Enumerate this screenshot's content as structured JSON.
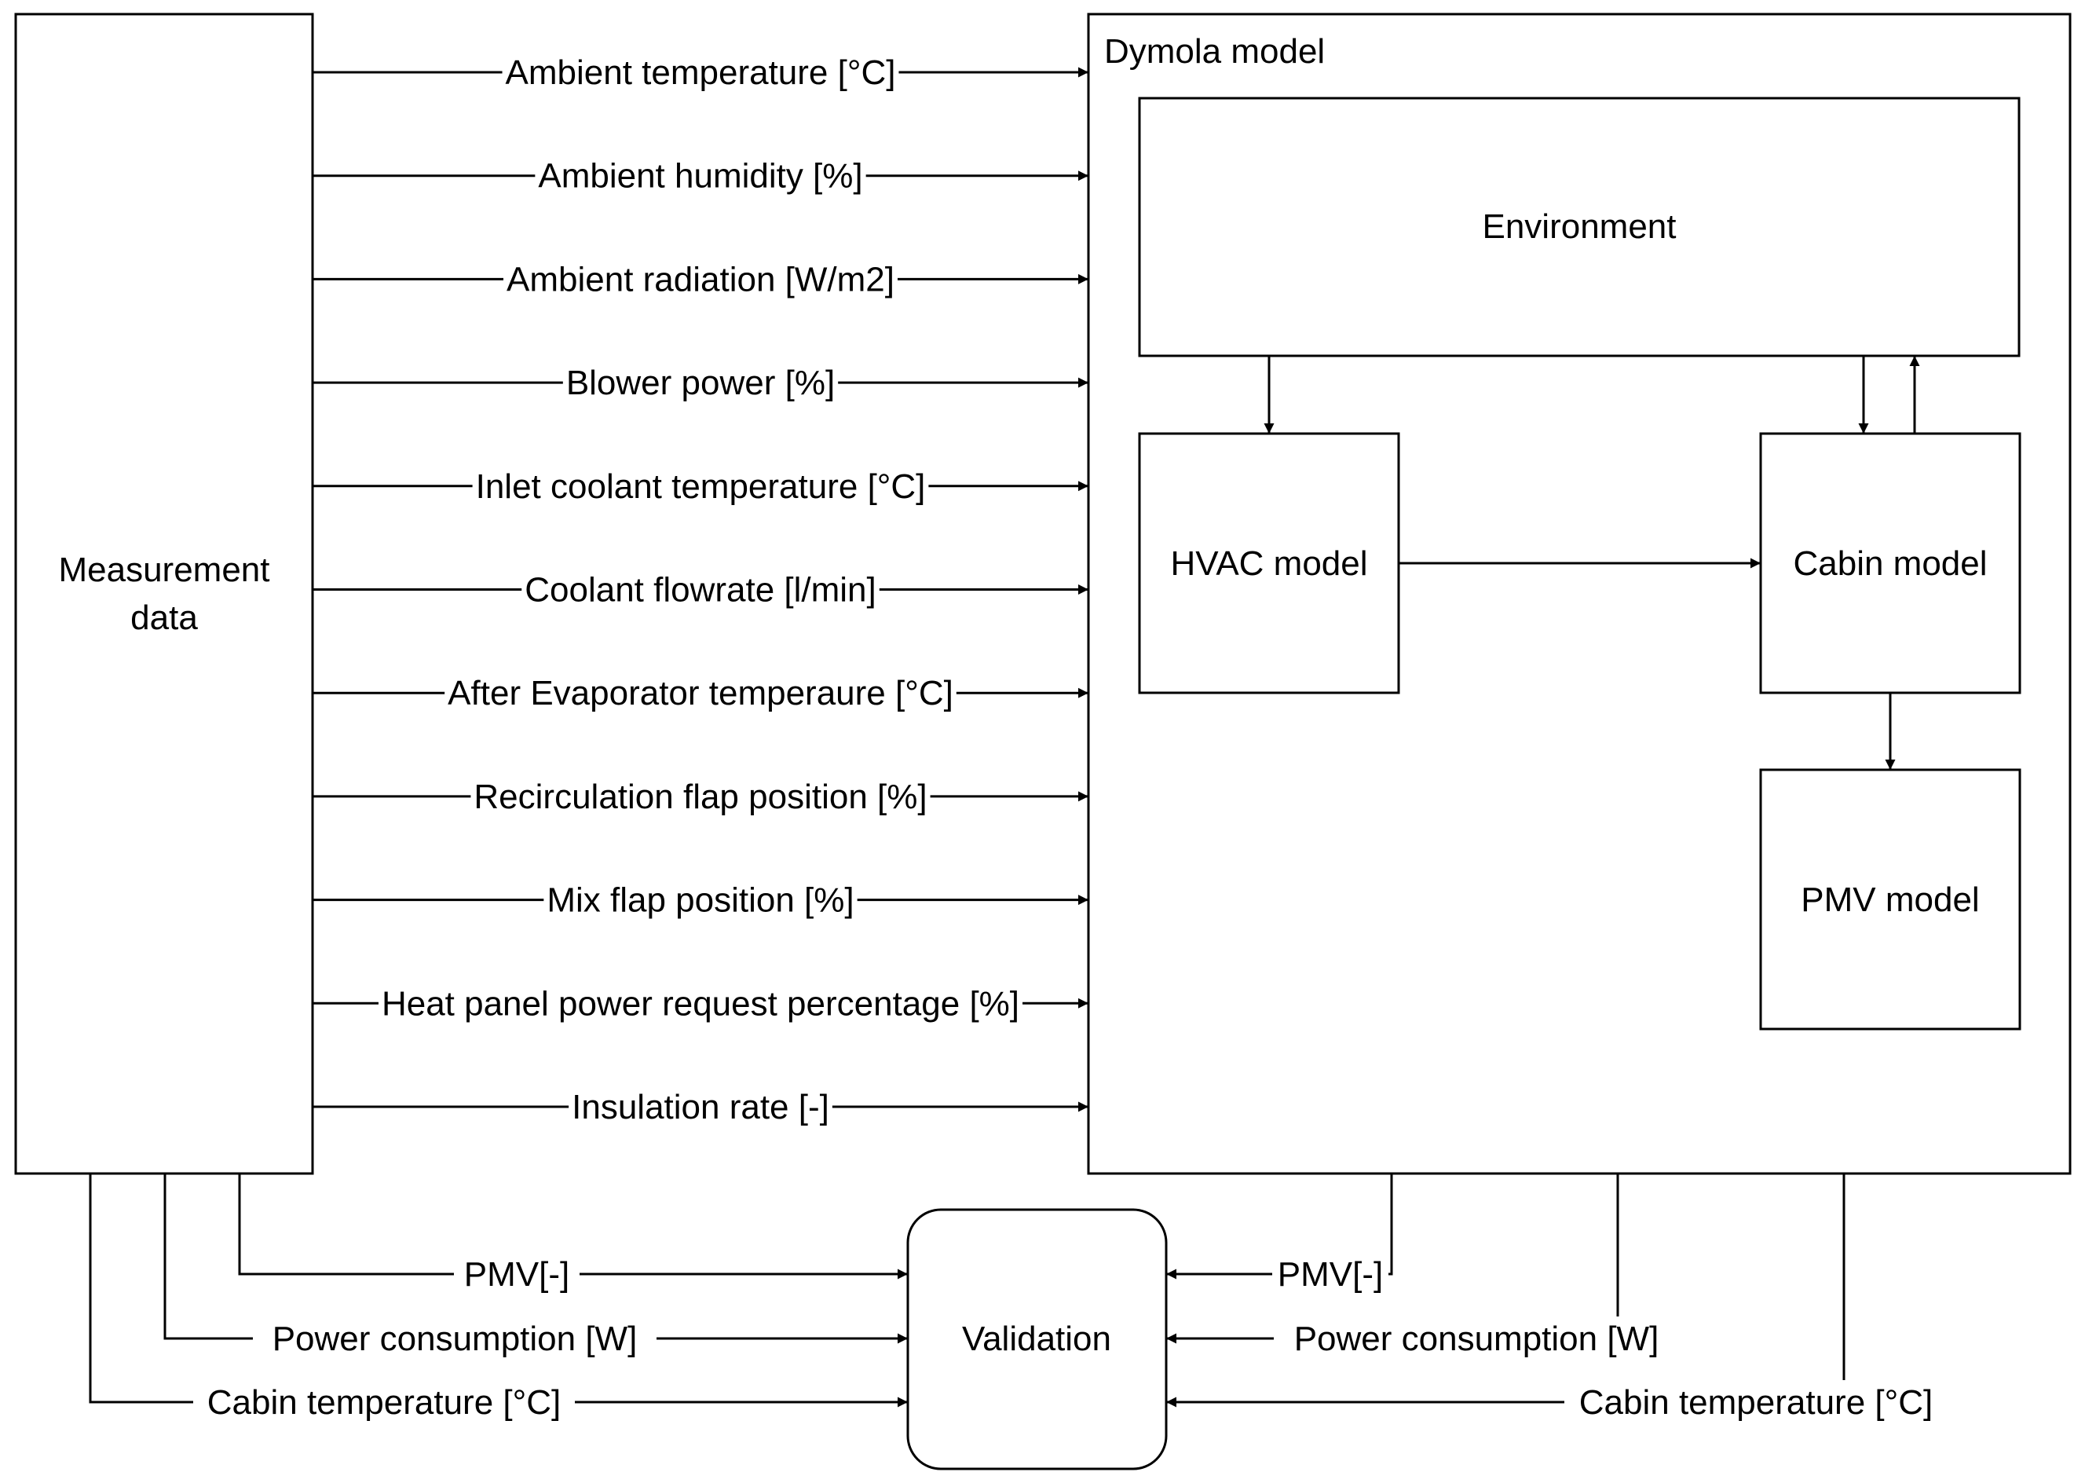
{
  "blocks": {
    "measurement": [
      "Measurement",
      "data"
    ],
    "dymola": "Dymola model",
    "environment": "Environment",
    "hvac": "HVAC model",
    "cabin": "Cabin model",
    "pmv": "PMV model",
    "validation": "Validation"
  },
  "inputs": [
    "Ambient temperature [°C]",
    "Ambient humidity [%]",
    "Ambient radiation [W/m2]",
    "Blower power [%]",
    "Inlet coolant temperature [°C]",
    "Coolant flowrate [l/min]",
    "After Evaporator temperaure [°C]",
    "Recirculation flap position [%]",
    "Mix flap position [%]",
    "Heat panel power request percentage [%]",
    "Insulation rate [-]"
  ],
  "validation_left": [
    "PMV[-]",
    "Power consumption [W]",
    "Cabin temperature [°C]"
  ],
  "validation_right": [
    "PMV[-]",
    "Power consumption [W]",
    "Cabin temperature [°C]"
  ]
}
